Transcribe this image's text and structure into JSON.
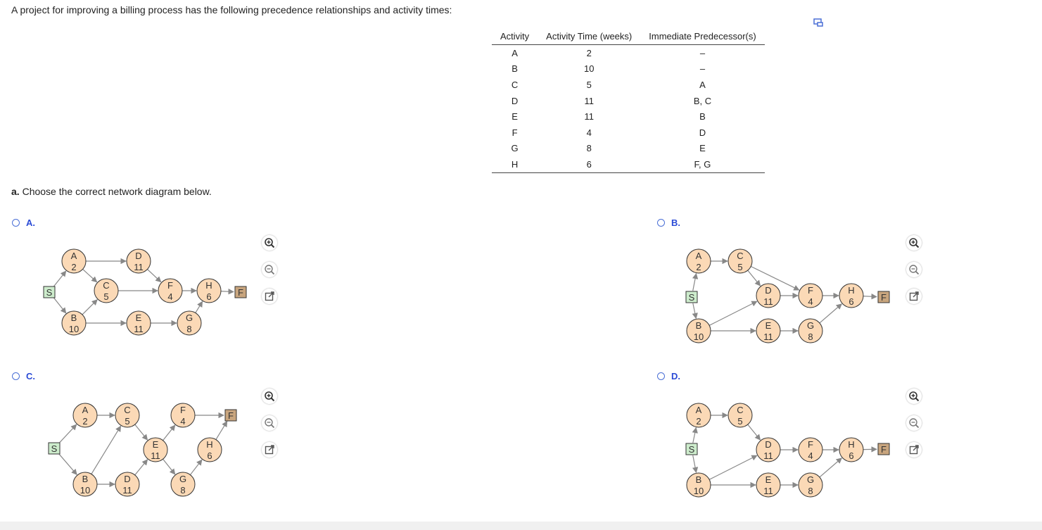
{
  "question": "A project for improving a billing process has the following precedence relationships and activity times:",
  "table": {
    "headers": [
      "Activity",
      "Activity Time (weeks)",
      "Immediate Predecessor(s)"
    ],
    "rows": [
      [
        "A",
        "2",
        "–"
      ],
      [
        "B",
        "10",
        "–"
      ],
      [
        "C",
        "5",
        "A"
      ],
      [
        "D",
        "11",
        "B, C"
      ],
      [
        "E",
        "11",
        "B"
      ],
      [
        "F",
        "4",
        "D"
      ],
      [
        "G",
        "8",
        "E"
      ],
      [
        "H",
        "6",
        "F, G"
      ]
    ]
  },
  "part_a": {
    "prefix": "a.",
    "text": "Choose the correct network diagram below."
  },
  "options": {
    "A": {
      "label": "A."
    },
    "B": {
      "label": "B."
    },
    "C": {
      "label": "C."
    },
    "D": {
      "label": "D."
    }
  },
  "diagram_nodes": {
    "S": "S",
    "F": "F",
    "A": {
      "name": "A",
      "time": "2"
    },
    "B": {
      "name": "B",
      "time": "10"
    },
    "C": {
      "name": "C",
      "time": "5"
    },
    "D": {
      "name": "D",
      "time": "11"
    },
    "E": {
      "name": "E",
      "time": "11"
    },
    "Fa": {
      "name": "F",
      "time": "4"
    },
    "G": {
      "name": "G",
      "time": "8"
    },
    "H": {
      "name": "H",
      "time": "6"
    }
  },
  "colors": {
    "node_fill": "#fbd9b6",
    "start_fill": "#cdeccc",
    "finish_fill": "#c8a57e",
    "accent": "#2b4bd6"
  },
  "icons": [
    "zoom-in-icon",
    "zoom-out-icon",
    "popout-icon",
    "copy-icon"
  ]
}
